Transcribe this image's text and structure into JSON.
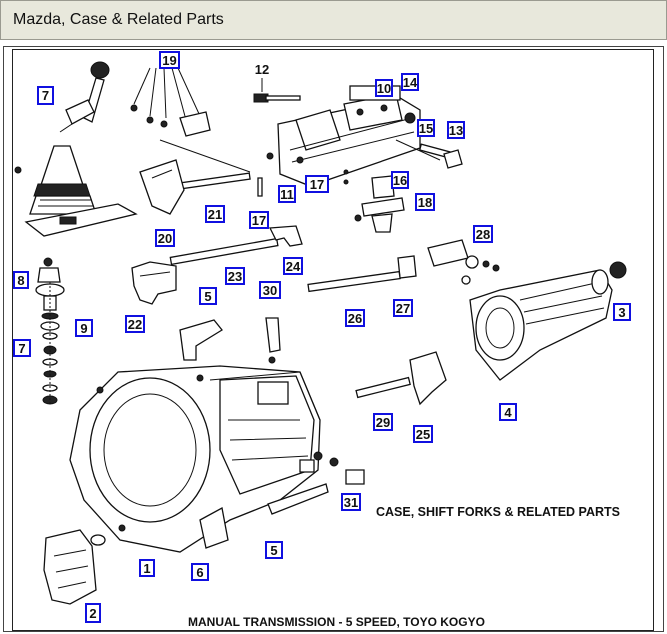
{
  "header": {
    "title": "Mazda, Case & Related Parts"
  },
  "diagram": {
    "caption_main": "CASE, SHIFT FORKS & RELATED PARTS",
    "caption_bottom": "MANUAL TRANSMISSION - 5 SPEED, TOYO KOGYO",
    "callouts": {
      "c7a": "7",
      "c19": "19",
      "c12": "12",
      "c10": "10",
      "c14": "14",
      "c15": "15",
      "c13": "13",
      "c11": "11",
      "c17a": "17",
      "c16": "16",
      "c18": "18",
      "c21": "21",
      "c17b": "17",
      "c20": "20",
      "c28": "28",
      "c8": "8",
      "c23": "23",
      "c24": "24",
      "c5a": "5",
      "c30": "30",
      "c22": "22",
      "c9": "9",
      "c7b": "7",
      "c27": "27",
      "c3": "3",
      "c26": "26",
      "c4": "4",
      "c29": "29",
      "c25": "25",
      "c31": "31",
      "c1": "1",
      "c5b": "5",
      "c6": "6",
      "c2": "2"
    }
  }
}
